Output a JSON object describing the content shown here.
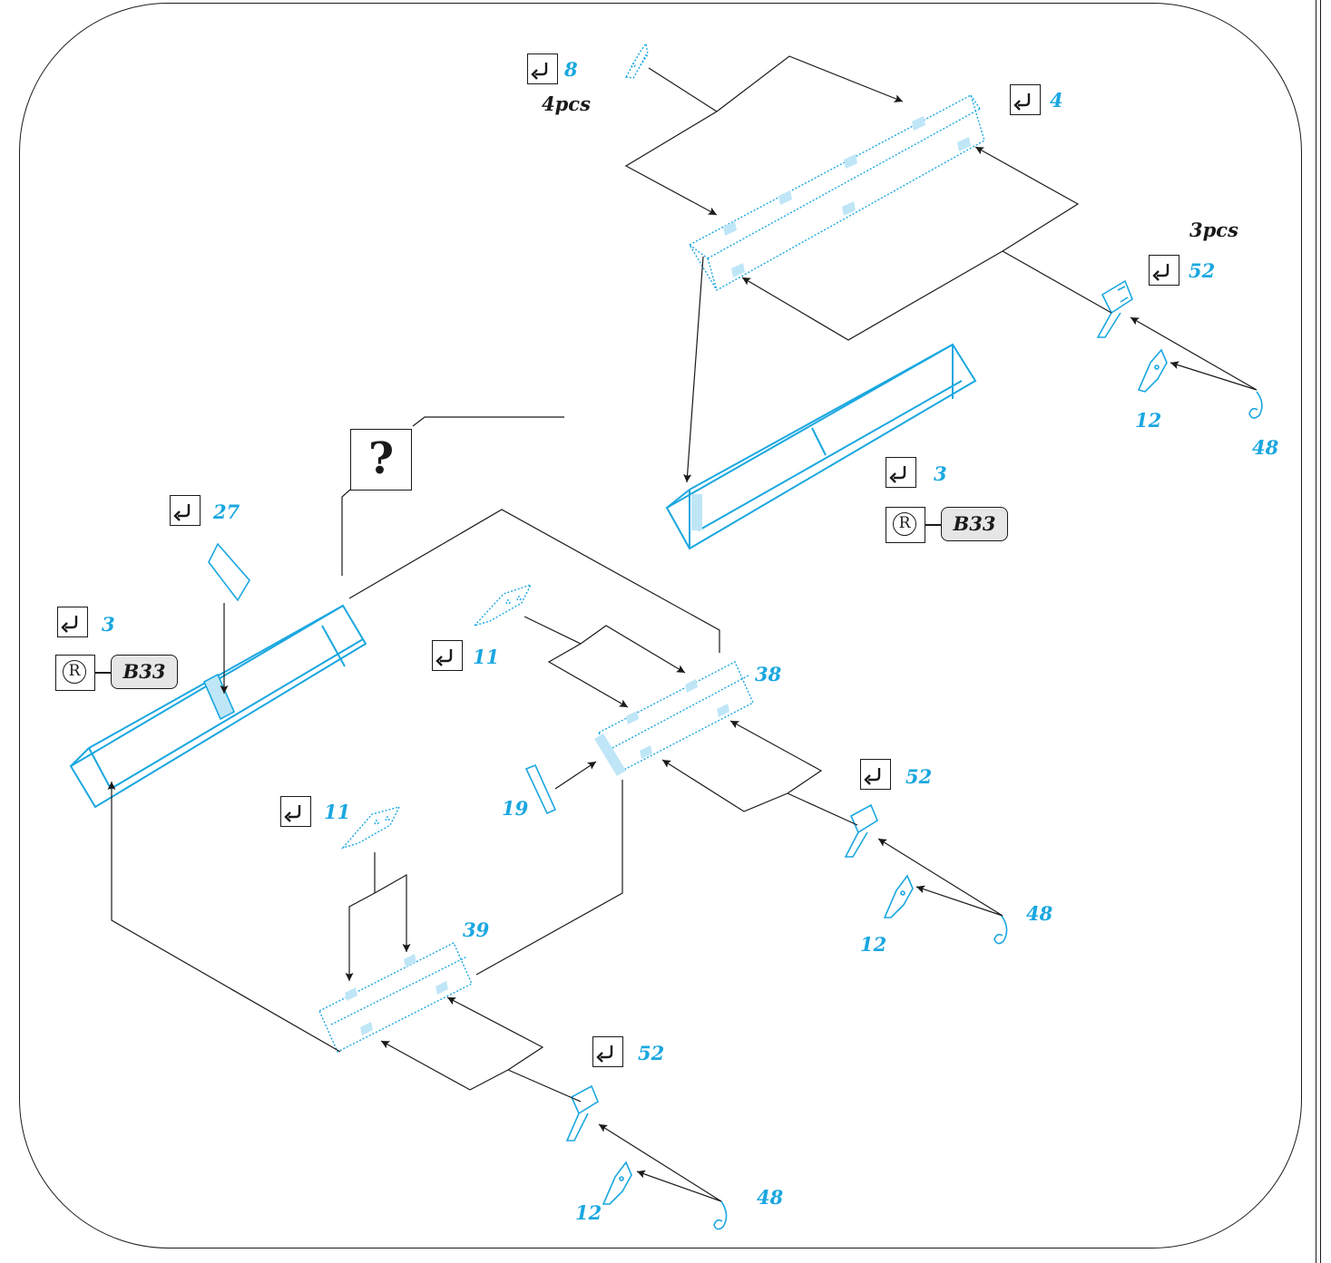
{
  "labels": {
    "part_8": "8",
    "qty_4pcs": "4pcs",
    "part_4": "4",
    "qty_3pcs": "3pcs",
    "part_52_top": "52",
    "part_12_top": "12",
    "part_48_top": "48",
    "part_3_top": "3",
    "ref_b33_top": "B33",
    "question_mark": "?",
    "part_27": "27",
    "part_3_left": "3",
    "ref_b33_left": "B33",
    "part_11_mid": "11",
    "part_38": "38",
    "part_19": "19",
    "part_52_mid": "52",
    "part_12_mid": "12",
    "part_48_mid": "48",
    "part_11_low": "11",
    "part_39": "39",
    "part_52_low": "52",
    "part_12_low": "12",
    "part_48_low": "48",
    "resin_symbol": "R"
  },
  "colors": {
    "part_blue": "#1aa7e0",
    "line": "#1a1a1a",
    "ref_fill": "#e6e6e6"
  },
  "icons": {
    "fold": "fold-arrow-icon",
    "resin": "resin-circle-r-icon"
  }
}
